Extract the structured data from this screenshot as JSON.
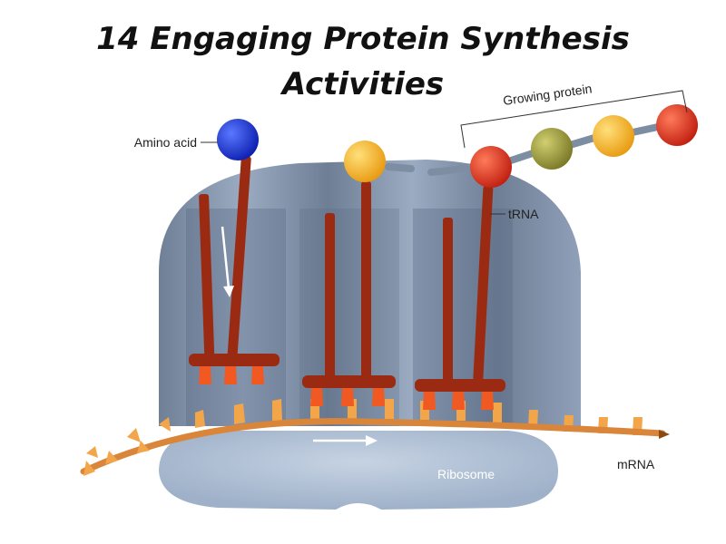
{
  "title": {
    "line1": "14 Engaging Protein Synthesis",
    "line2": "Activities"
  },
  "labels": {
    "amino_acid": "Amino acid",
    "growing_protein": "Growing protein",
    "trna": "tRNA",
    "mrna": "mRNA",
    "ribosome": "Ribosome"
  },
  "colors": {
    "ribosome_top": "#7f8fa6",
    "ribosome_bottom": "#aebfd4",
    "trna": "#9a2b12",
    "codon": "#f3a54a",
    "anticodon": "#f05a22",
    "mrna_strand": "#d9863b",
    "amino_blue": "#1a32d8",
    "amino_yellow": "#f5b21f",
    "amino_red": "#e0301e",
    "amino_olive": "#9c9a3a",
    "link": "#7d8ea3"
  }
}
